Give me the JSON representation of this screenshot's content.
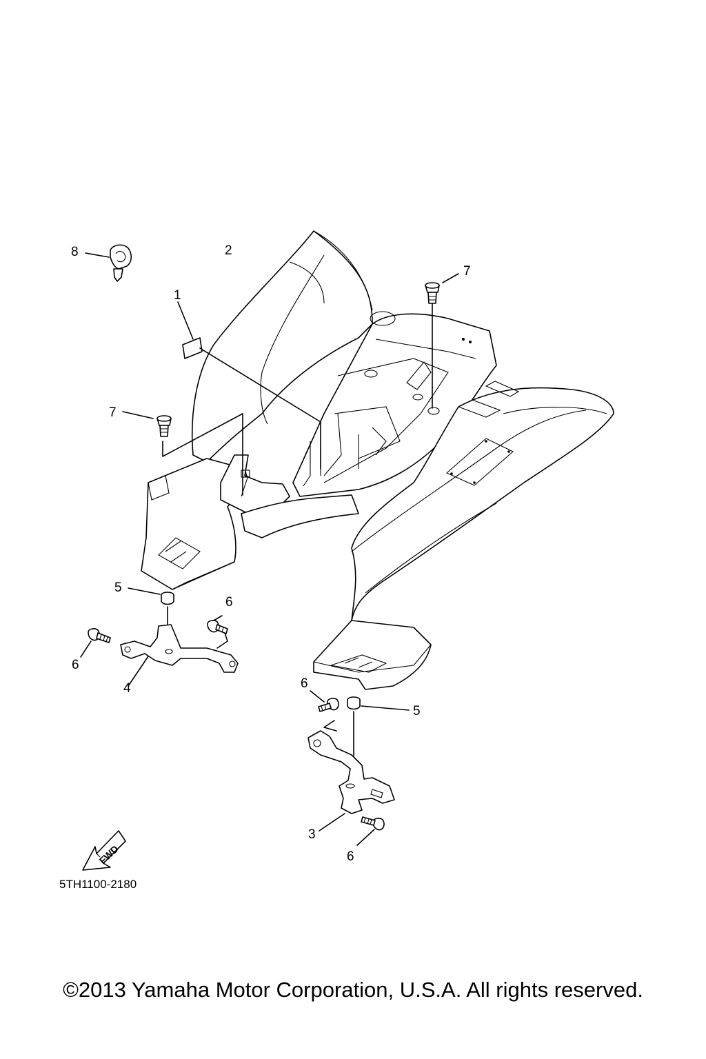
{
  "callouts": {
    "c1": "1",
    "c2": "2",
    "c3": "3",
    "c4": "4",
    "c5a": "5",
    "c5b": "5",
    "c6a": "6",
    "c6b": "6",
    "c6c": "6",
    "c6d": "6",
    "c7a": "7",
    "c7b": "7",
    "c8": "8"
  },
  "fwd_label": "FWD",
  "diagram_code": "5TH1100-2180",
  "copyright": "©2013 Yamaha Motor Corporation, U.S.A. All rights reserved."
}
